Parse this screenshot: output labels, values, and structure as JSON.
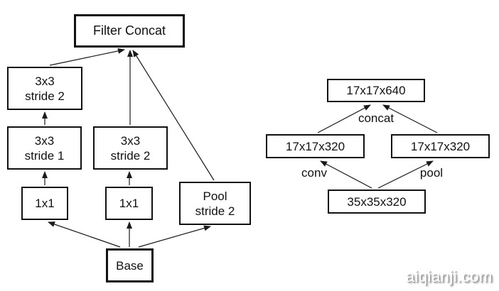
{
  "left_diagram": {
    "description": "grid reduction module (filter concat of stride-2 branches)",
    "nodes": {
      "filter_concat": "Filter Concat",
      "conv3x3_stride2_left": "3x3\nstride 2",
      "conv3x3_stride1": "3x3\nstride 1",
      "conv3x3_stride2_mid": "3x3\nstride 2",
      "conv1x1_left": "1x1",
      "conv1x1_mid": "1x1",
      "pool_stride2": "Pool\nstride 2",
      "base": "Base"
    }
  },
  "right_diagram": {
    "description": "shape transition 35x35x320 to 17x17x640 via conv and pool",
    "nodes": {
      "output": "17x17x640",
      "left_branch": "17x17x320",
      "right_branch": "17x17x320",
      "input": "35x35x320"
    },
    "edge_labels": {
      "concat": "concat",
      "conv": "conv",
      "pool": "pool"
    }
  },
  "watermark": "aiqianji.com",
  "colors": {
    "background": "#ffffff",
    "box_border": "#111111",
    "text": "#111111",
    "edge_stroke": "#1a1a1a",
    "watermark_shadow": "#828282"
  }
}
